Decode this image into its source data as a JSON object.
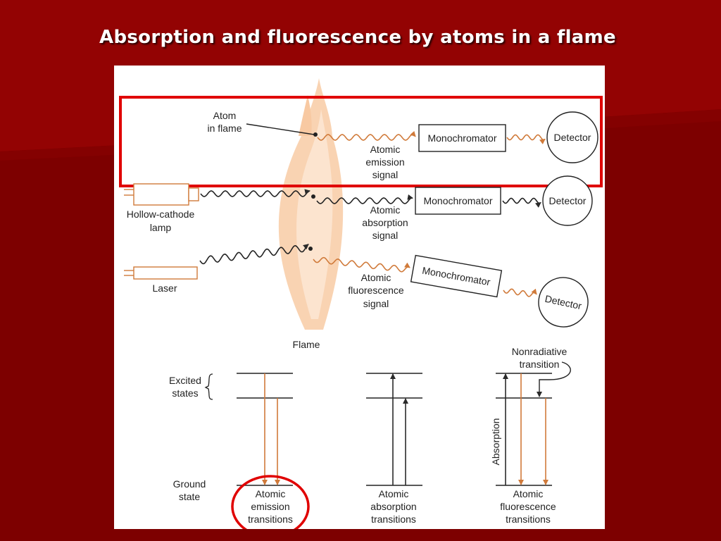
{
  "slide": {
    "title": "Absorption and fluorescence by atoms in a flame",
    "colors": {
      "background": "#7d0000",
      "highlight": "#e00000",
      "emission_wave": "#d07a3a",
      "flame": "#f8c9a2"
    }
  },
  "diagram": {
    "emission_row": {
      "atom_label": [
        "Atom",
        "in flame"
      ],
      "signal_label": [
        "Atomic",
        "emission",
        "signal"
      ],
      "monochromator": "Monochromator",
      "detector": "Detector"
    },
    "absorption_row": {
      "source_label": [
        "Hollow-cathode",
        "lamp"
      ],
      "signal_label": [
        "Atomic",
        "absorption",
        "signal"
      ],
      "monochromator": "Monochromator",
      "detector": "Detector"
    },
    "fluorescence_row": {
      "source_label": [
        "Laser"
      ],
      "signal_label": [
        "Atomic",
        "fluorescence",
        "signal"
      ],
      "monochromator": "Monochromator",
      "detector": "Detector"
    },
    "flame_label": "Flame",
    "energy_levels": {
      "excited_label": [
        "Excited",
        "states"
      ],
      "ground_label": [
        "Ground",
        "state"
      ],
      "nonradiative_label": [
        "Nonradiative",
        "transition"
      ],
      "absorption_axis_label": "Absorption",
      "panels": [
        {
          "caption": [
            "Atomic",
            "emission",
            "transitions"
          ]
        },
        {
          "caption": [
            "Atomic",
            "absorption",
            "transitions"
          ]
        },
        {
          "caption": [
            "Atomic",
            "fluorescence",
            "transitions"
          ]
        }
      ]
    }
  }
}
